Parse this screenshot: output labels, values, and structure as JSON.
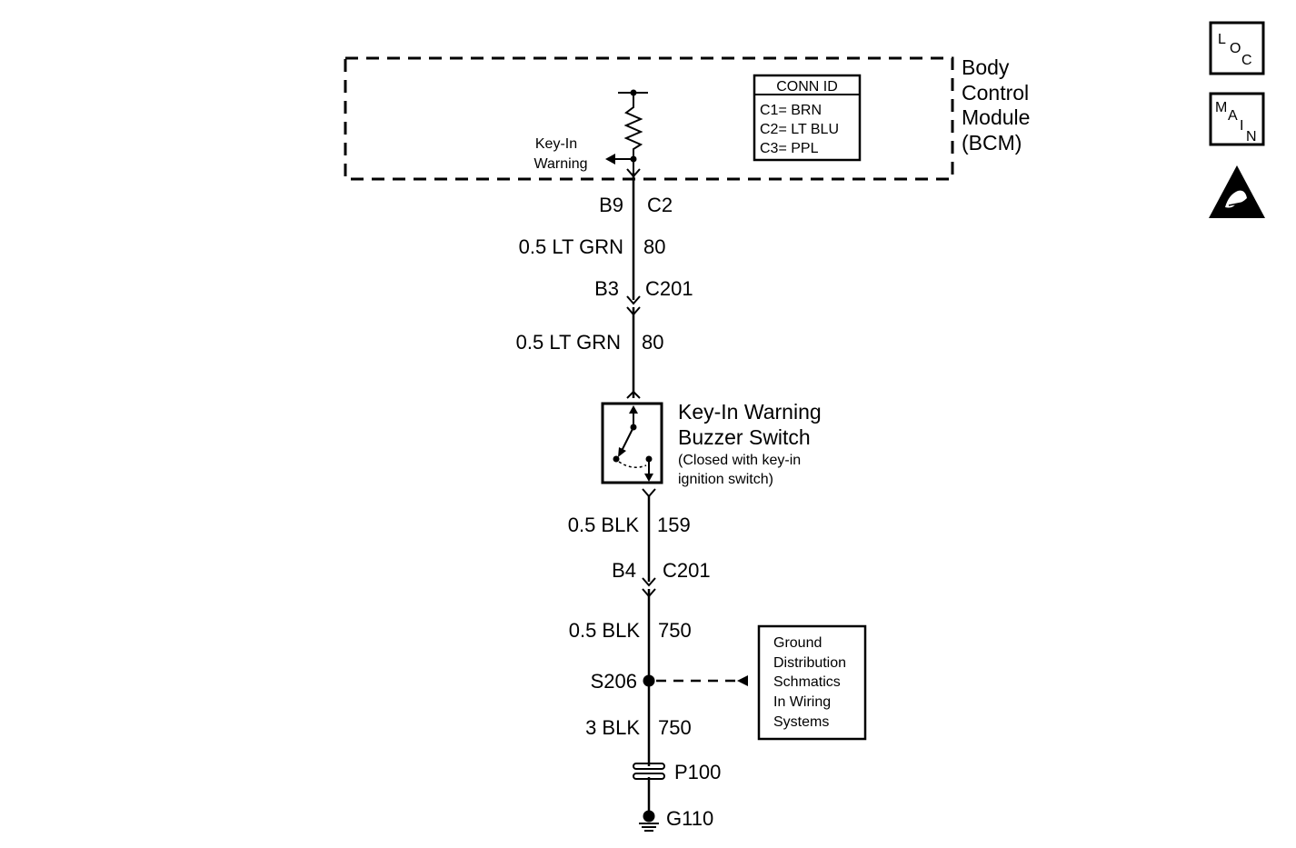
{
  "bcm": {
    "title_lines": [
      "Body",
      "Control",
      "Module",
      "(BCM)"
    ],
    "conn_id": {
      "header": "CONN ID",
      "lines": [
        "C1= BRN",
        "C2= LT BLU",
        "C3= PPL"
      ]
    },
    "key_in_label_lines": [
      "Key-In",
      "Warning"
    ]
  },
  "wiring": {
    "bcm_pin": "B9",
    "bcm_connector": "C2",
    "wire1_gauge_color": "0.5 LT GRN",
    "wire1_circuit": "80",
    "c201_pin_top": "B3",
    "c201_top_label": "C201",
    "wire2_gauge_color": "0.5 LT GRN",
    "wire2_circuit": "80",
    "switch_title_lines": [
      "Key-In Warning",
      "Buzzer Switch"
    ],
    "switch_note_lines": [
      "(Closed with key-in",
      "ignition switch)"
    ],
    "wire3_gauge_color": "0.5 BLK",
    "wire3_circuit": "159",
    "c201_pin_bottom": "B4",
    "c201_bottom_label": "C201",
    "wire4_gauge_color": "0.5 BLK",
    "wire4_circuit": "750",
    "splice": "S206",
    "wire5_gauge_color": "3 BLK",
    "wire5_circuit": "750",
    "pass_through": "P100",
    "ground": "G110"
  },
  "ground_dist_box": {
    "lines": [
      "Ground",
      "Distribution",
      "Schmatics",
      "In Wiring",
      "Systems"
    ]
  },
  "side_icons": {
    "loc": {
      "icon": "loc-icon",
      "letters": [
        "L",
        "O",
        "C"
      ]
    },
    "main": {
      "icon": "main-icon",
      "letters": [
        "M",
        "A",
        "I",
        "N"
      ]
    },
    "esd": {
      "icon": "esd-warning-icon"
    }
  }
}
